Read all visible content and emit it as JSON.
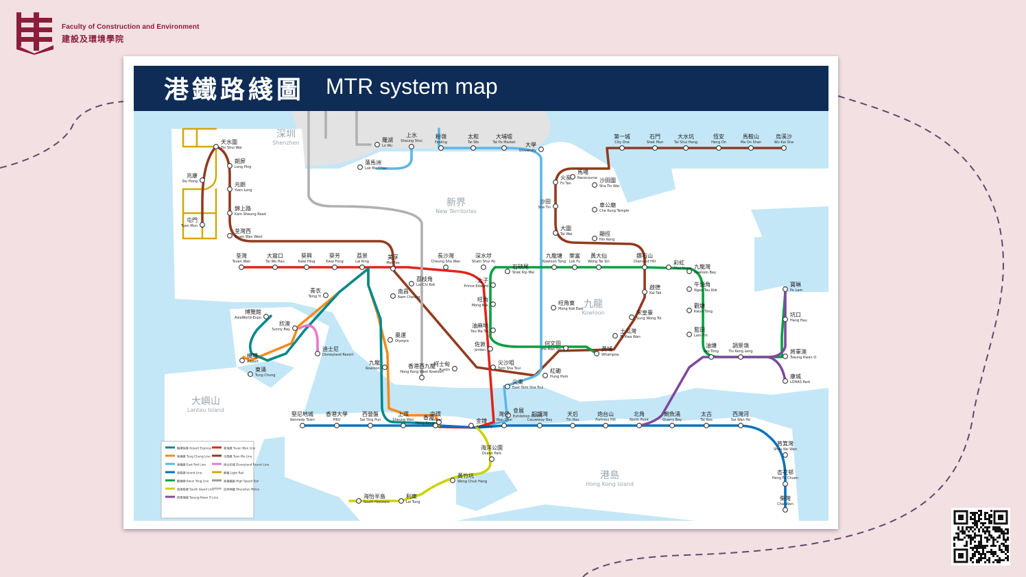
{
  "header": {
    "faculty_en": "Faculty of Construction and Environment",
    "faculty_zh": "建設及環境學院"
  },
  "map": {
    "title_zh": "港鐵路綫圖",
    "title_en": "MTR system map",
    "regions": [
      {
        "zh": "深圳",
        "en": "Shenzhen"
      },
      {
        "zh": "新界",
        "en": "New Territories"
      },
      {
        "zh": "九龍",
        "en": "Kowloon"
      },
      {
        "zh": "大嶼山",
        "en": "Lantau Island"
      },
      {
        "zh": "港島",
        "en": "Hong Kong Island"
      }
    ],
    "colors": {
      "east_rail": "#5db6e5",
      "tuen_ma": "#923a1f",
      "tsuen_wan": "#e2231a",
      "kwun_tong": "#00a040",
      "island": "#0072bc",
      "tseung_kwan_o": "#7d499d",
      "tung_chung": "#f38b1b",
      "airport_express": "#00888a",
      "south_island": "#cbd300",
      "disneyland": "#e777cb",
      "light_rail": "#d3a809",
      "tuen_ma_line": "#9a3820",
      "water": "#c4e7f7",
      "land": "#ffffff",
      "banner": "#0e2c55"
    },
    "stations": [
      {
        "zh": "天水圍",
        "en": "Tin Shui Wai"
      },
      {
        "zh": "朗屏",
        "en": "Long Ping"
      },
      {
        "zh": "元朗",
        "en": "Yuen Long"
      },
      {
        "zh": "兆康",
        "en": "Siu Hong"
      },
      {
        "zh": "錦上路",
        "en": "Kam Sheung Road"
      },
      {
        "zh": "屯門",
        "en": "Tuen Mun"
      },
      {
        "zh": "荃灣西",
        "en": "Tsuen Wan West"
      },
      {
        "zh": "荃灣",
        "en": "Tsuen Wan"
      },
      {
        "zh": "大窩口",
        "en": "Tai Wo Hau"
      },
      {
        "zh": "葵興",
        "en": "Kwai Hing"
      },
      {
        "zh": "葵芳",
        "en": "Kwai Fong"
      },
      {
        "zh": "荔景",
        "en": "Lai King"
      },
      {
        "zh": "美孚",
        "en": "Mei Foo"
      },
      {
        "zh": "荔枝角",
        "en": "Lai Chi Kok"
      },
      {
        "zh": "長沙灣",
        "en": "Cheung Sha Wan"
      },
      {
        "zh": "深水埗",
        "en": "Sham Shui Po"
      },
      {
        "zh": "南昌",
        "en": "Nam Cheong"
      },
      {
        "zh": "奧運",
        "en": "Olympic"
      },
      {
        "zh": "九龍",
        "en": "Kowloon"
      },
      {
        "zh": "柯士甸",
        "en": "Austin"
      },
      {
        "zh": "香港西九龍",
        "en": "Hong Kong West Kowloon"
      },
      {
        "zh": "太子",
        "en": "Prince Edward"
      },
      {
        "zh": "旺角",
        "en": "Mong Kok"
      },
      {
        "zh": "油麻地",
        "en": "Yau Ma Tei"
      },
      {
        "zh": "佐敦",
        "en": "Jordan"
      },
      {
        "zh": "尖沙咀",
        "en": "Tsim Sha Tsui"
      },
      {
        "zh": "尖東",
        "en": "East Tsim Sha Tsui"
      },
      {
        "zh": "石硤尾",
        "en": "Shek Kip Mei"
      },
      {
        "zh": "九龍塘",
        "en": "Kowloon Tong"
      },
      {
        "zh": "旺角東",
        "en": "Mong Kok East"
      },
      {
        "zh": "何文田",
        "en": "Ho Man Tin"
      },
      {
        "zh": "紅磡",
        "en": "Hung Hom"
      },
      {
        "zh": "黃埔",
        "en": "Whampoa"
      },
      {
        "zh": "樂富",
        "en": "Lok Fu"
      },
      {
        "zh": "黃大仙",
        "en": "Wong Tai Sin"
      },
      {
        "zh": "鑽石山",
        "en": "Diamond Hill"
      },
      {
        "zh": "彩虹",
        "en": "Choi Hung"
      },
      {
        "zh": "九龍灣",
        "en": "Kowloon Bay"
      },
      {
        "zh": "牛頭角",
        "en": "Ngau Tau Kok"
      },
      {
        "zh": "觀塘",
        "en": "Kwun Tong"
      },
      {
        "zh": "藍田",
        "en": "Lam Tin"
      },
      {
        "zh": "油塘",
        "en": "Yau Tong"
      },
      {
        "zh": "調景嶺",
        "en": "Tiu Keng Leng"
      },
      {
        "zh": "啟德",
        "en": "Kai Tak"
      },
      {
        "zh": "宋皇臺",
        "en": "Sung Wong Toi"
      },
      {
        "zh": "土瓜灣",
        "en": "To Kwa Wan"
      },
      {
        "zh": "顯徑",
        "en": "Hin Keng"
      },
      {
        "zh": "大圍",
        "en": "Tai Wai"
      },
      {
        "zh": "車公廟",
        "en": "Che Kung Temple"
      },
      {
        "zh": "沙田圍",
        "en": "Sha Tin Wai"
      },
      {
        "zh": "第一城",
        "en": "City One"
      },
      {
        "zh": "石門",
        "en": "Shek Mun"
      },
      {
        "zh": "大水坑",
        "en": "Tai Shui Hang"
      },
      {
        "zh": "恆安",
        "en": "Heng On"
      },
      {
        "zh": "馬鞍山",
        "en": "Ma On Shan"
      },
      {
        "zh": "烏溪沙",
        "en": "Wu Kai Sha"
      },
      {
        "zh": "沙田",
        "en": "Sha Tin"
      },
      {
        "zh": "火炭",
        "en": "Fo Tan"
      },
      {
        "zh": "馬場",
        "en": "Racecourse"
      },
      {
        "zh": "大學",
        "en": "University"
      },
      {
        "zh": "大埔墟",
        "en": "Tai Po Market"
      },
      {
        "zh": "太和",
        "en": "Tai Wo"
      },
      {
        "zh": "粉嶺",
        "en": "Fanling"
      },
      {
        "zh": "上水",
        "en": "Sheung Shui"
      },
      {
        "zh": "羅湖",
        "en": "Lo Wu"
      },
      {
        "zh": "落馬洲",
        "en": "Lok Ma Chau"
      },
      {
        "zh": "寶琳",
        "en": "Po Lam"
      },
      {
        "zh": "坑口",
        "en": "Hang Hau"
      },
      {
        "zh": "將軍澳",
        "en": "Tseung Kwan O"
      },
      {
        "zh": "康城",
        "en": "LOHAS Park"
      },
      {
        "zh": "青衣",
        "en": "Tsing Yi"
      },
      {
        "zh": "欣澳",
        "en": "Sunny Bay"
      },
      {
        "zh": "迪士尼",
        "en": "Disneyland Resort"
      },
      {
        "zh": "博覽館",
        "en": "AsiaWorld-Expo"
      },
      {
        "zh": "機場",
        "en": "Airport"
      },
      {
        "zh": "東涌",
        "en": "Tung Chung"
      },
      {
        "zh": "香港",
        "en": "Hong Kong"
      },
      {
        "zh": "金鐘",
        "en": "Admiralty"
      },
      {
        "zh": "會展",
        "en": "Exhibition Centre"
      },
      {
        "zh": "堅尼地城",
        "en": "Kennedy Town"
      },
      {
        "zh": "香港大學",
        "en": "HKU"
      },
      {
        "zh": "西營盤",
        "en": "Sai Ying Pun"
      },
      {
        "zh": "上環",
        "en": "Sheung Wan"
      },
      {
        "zh": "中環",
        "en": "Central"
      },
      {
        "zh": "灣仔",
        "en": "Wan Chai"
      },
      {
        "zh": "銅鑼灣",
        "en": "Causeway Bay"
      },
      {
        "zh": "天后",
        "en": "Tin Hau"
      },
      {
        "zh": "炮台山",
        "en": "Fortress Hill"
      },
      {
        "zh": "北角",
        "en": "North Point"
      },
      {
        "zh": "鰂魚涌",
        "en": "Quarry Bay"
      },
      {
        "zh": "太古",
        "en": "Tai Koo"
      },
      {
        "zh": "西灣河",
        "en": "Sai Wan Ho"
      },
      {
        "zh": "筲箕灣",
        "en": "Shau Kei Wan"
      },
      {
        "zh": "杏花邨",
        "en": "Heng Fa Chuen"
      },
      {
        "zh": "柴灣",
        "en": "Chai Wan"
      },
      {
        "zh": "海洋公園",
        "en": "Ocean Park"
      },
      {
        "zh": "黃竹坑",
        "en": "Wong Chuk Hang"
      },
      {
        "zh": "利東",
        "en": "Lei Tung"
      },
      {
        "zh": "海怡半島",
        "en": "South Horizons"
      }
    ],
    "legend": [
      {
        "label": "機場快綫 Airport Express",
        "color": "#00888a"
      },
      {
        "label": "東涌綫 Tung Chung Line",
        "color": "#f38b1b"
      },
      {
        "label": "東鐵綫 East Rail Line",
        "color": "#5db6e5"
      },
      {
        "label": "港島綫 Island Line",
        "color": "#0072bc"
      },
      {
        "label": "觀塘綫 Kwun Tong Line",
        "color": "#00a040"
      },
      {
        "label": "南港島綫 South Island Line",
        "color": "#cbd300"
      },
      {
        "label": "將軍澳綫 Tseung Kwan O Line",
        "color": "#7d499d"
      },
      {
        "label": "荃灣綫 Tsuen Wan Line",
        "color": "#e2231a"
      },
      {
        "label": "屯馬綫 Tuen Ma Line",
        "color": "#923a1f"
      },
      {
        "label": "迪士尼綫 Disneyland Resort Line",
        "color": "#e777cb"
      },
      {
        "label": "輕鐵 Light Rail",
        "color": "#d3a809"
      },
      {
        "label": "高速鐵路 High Speed Rail",
        "color": "#999999"
      },
      {
        "label": "深圳地鐵 Shenzhen Metro",
        "color": "#bbbbbb"
      }
    ]
  }
}
